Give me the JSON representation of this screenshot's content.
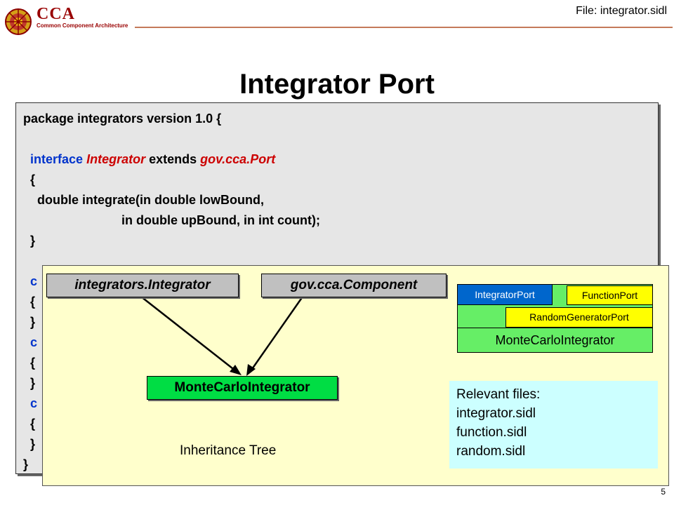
{
  "header": {
    "brand": "CCA",
    "brand_sub": "Common Component Architecture",
    "file_label": "File: integrator.sidl"
  },
  "title": "Integrator Port",
  "code": {
    "line1": "package integrators version 1.0 {",
    "interface_kw": "interface",
    "interface_name": "Integrator",
    "extends_kw": "extends",
    "extends_name": "gov.cca.Port",
    "open_brace": "{",
    "method_line1": "double integrate(in double lowBound,",
    "method_line2": "in double upBound, in int count);",
    "close_brace": "}",
    "hidden_c": "c",
    "final_brace": "}"
  },
  "diagram": {
    "class_integrator": "integrators.Integrator",
    "class_component": "gov.cca.Component",
    "class_monte": "MonteCarloIntegrator",
    "tree_label": "Inheritance Tree"
  },
  "port_diagram": {
    "integrator_port": "IntegratorPort",
    "function_port": "FunctionPort",
    "random_port": "RandomGeneratorPort",
    "component": "MonteCarloIntegrator"
  },
  "relevant_files": {
    "heading": "Relevant files:",
    "files": [
      "integrator.sidl",
      "function.sidl",
      "random.sidl"
    ]
  },
  "page_number": "5",
  "colors": {
    "brand": "#990000",
    "code_bg": "#e6e6e6",
    "keyword_red": "#cc0000",
    "keyword_blue": "#0033cc",
    "overlay_bg": "#ffffcc",
    "class_gray": "#c0c0c0",
    "class_green": "#00dd44",
    "port_blue": "#0066cc",
    "port_yellow": "#ffff00",
    "port_green": "#66ee66",
    "files_bg": "#ccffff"
  }
}
